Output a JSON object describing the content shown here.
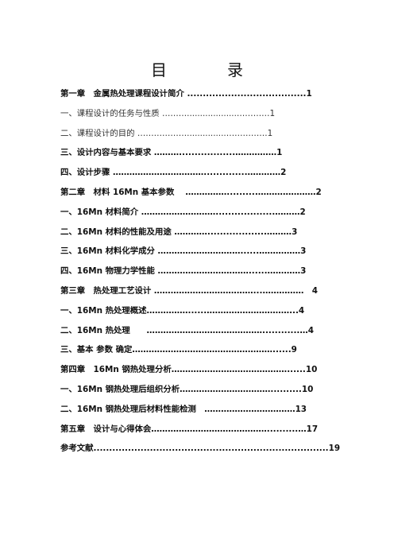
{
  "title": "目　录",
  "toc": [
    {
      "text": "第一章　金属热处理课程设计简介 ......................................1"
    },
    {
      "text": "一、课程设计的任务与性质 ………...................…………1"
    },
    {
      "text": "二、课程设计的目的 ………………...............……………1"
    },
    {
      "text": "三、设计内容与基本要求 ………..................……………1"
    },
    {
      "text": "四、设计步骤 ……………………………..............…………2"
    },
    {
      "text": "第二章　材料 16Mn 基本参数　 ……………..........…………………2"
    },
    {
      "text": "一、16Mn 材料简介 ………………………...................………2"
    },
    {
      "text": "二、16Mn 材料的性能及用途 …………...................………3"
    },
    {
      "text": "三、16Mn 材料化学成分 …………………………......……………3"
    },
    {
      "text": "四、16Mn 物理力学性能 ……………………………......…………3"
    },
    {
      "text": "第三章　热处理工艺设计 ………………………………...……………　4"
    },
    {
      "text": "一、16Mn 热处理概述……………......…………………………...4"
    },
    {
      "text": "二、16Mn 热处理　　……………………………………............…4"
    },
    {
      "text": "三、基本 参数 确定……………………………………………......9"
    },
    {
      "text": "第四章　16Mn 钢热处理分析……………………………………......10"
    },
    {
      "text": "一、16Mn 钢热处理后组织分析……………………………..........10"
    },
    {
      "text": "二、16Mn 钢热处理后材料性能检测　……………………………13"
    },
    {
      "text": "第五章　设计与心得体会……………………………………..........…17"
    },
    {
      "text": "参考文献...........................................................................19"
    }
  ]
}
